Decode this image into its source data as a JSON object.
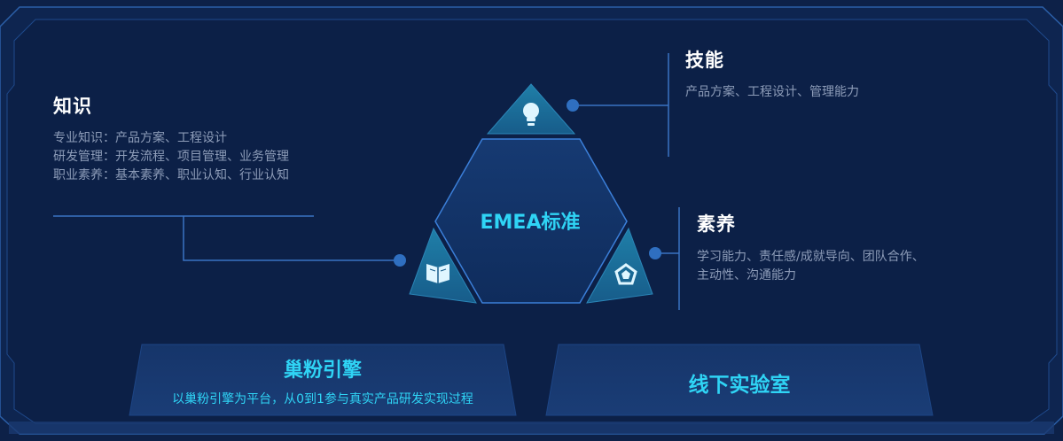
{
  "center": {
    "label": "EMEA标准"
  },
  "knowledge": {
    "title": "知识",
    "lines": [
      "专业知识：产品方案、工程设计",
      "研发管理：开发流程、项目管理、业务管理",
      "职业素养：基本素养、职业认知、行业认知"
    ],
    "icon": "book-icon"
  },
  "skills": {
    "title": "技能",
    "desc": "产品方案、工程设计、管理能力",
    "icon": "lightbulb-icon"
  },
  "literacy": {
    "title": "素养",
    "lines": [
      "学习能力、责任感/成就导向、团队合作、",
      "主动性、沟通能力"
    ],
    "icon": "pentagon-icon"
  },
  "bottom": {
    "left": {
      "title": "巢粉引擎",
      "subtitle": "以巢粉引擎为平台，从0到1参与真实产品研发实现过程"
    },
    "right": {
      "title": "线下实验室"
    }
  },
  "colors": {
    "background": "#0d2148",
    "accent": "#2fd4f5",
    "line": "#3a73c4",
    "dot": "#2f6fc0",
    "text_muted": "#8d9cb8"
  }
}
